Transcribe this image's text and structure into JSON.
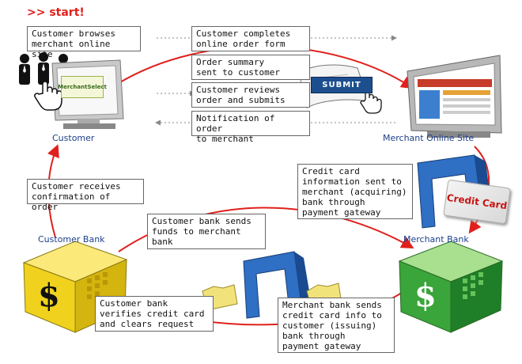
{
  "start_label": ">> start!",
  "nodes": {
    "customer": "Customer",
    "merchant_site": "Merchant Online Site",
    "customer_bank": "Customer Bank",
    "merchant_bank": "Merchant Bank"
  },
  "steps": [
    "Customer browses\nmerchant online site",
    "Customer completes\nonline order form",
    "Order summary\nsent to customer",
    "Customer reviews\norder and submits",
    "Notification of order\nto merchant",
    "Credit card\ninformation sent to\nmerchant (acquiring)\nbank through\npayment gateway",
    "Customer receives\nconfirmation of order",
    "Customer bank sends\nfunds to merchant\nbank",
    "Customer bank\nverifies credit card\nand clears request",
    "Merchant bank sends\ncredit card info to\ncustomer (issuing)\nbank through\npayment gateway"
  ],
  "submit_button": "SUBMIT",
  "credit_card_label": "Credit Card",
  "screen_logo": "MerchantSelect",
  "bank_symbol": "$",
  "colors": {
    "accent_red": "#e0201c",
    "label_blue": "#1d3f8a",
    "cube_yellow": "#f0d21e",
    "cube_green": "#3aa53a",
    "gateway_blue": "#2f6fc4"
  },
  "icons": [
    "people-icon",
    "hand-cursor-icon",
    "document-icon",
    "folder-icon",
    "gateway-icon"
  ]
}
